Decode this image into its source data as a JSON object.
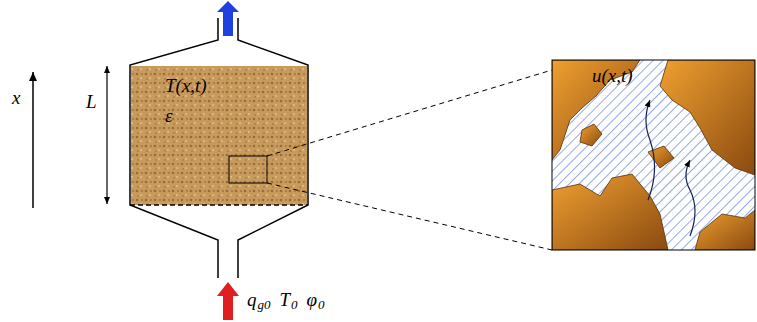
{
  "diagram": {
    "nodes": [
      {
        "text": [
          "T(x,t)",
          "ε"
        ]
      },
      {
        "text": [
          "u(x,t)"
        ]
      }
    ],
    "labels": [
      "x",
      "L",
      "q",
      "g0",
      "T",
      "0",
      "φ",
      "0"
    ]
  }
}
